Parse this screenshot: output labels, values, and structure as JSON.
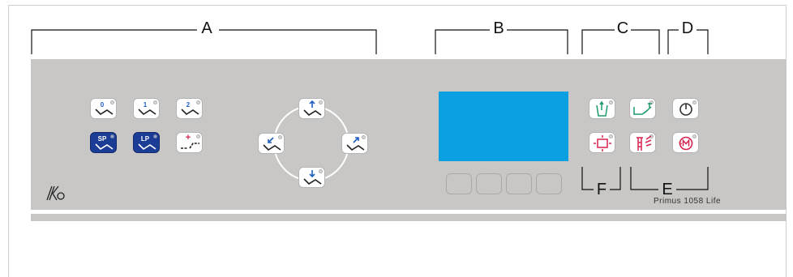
{
  "labels": {
    "a": "A",
    "b": "B",
    "c": "C",
    "d": "D",
    "e": "E",
    "f": "F"
  },
  "model_name": "Primus 1058 Life",
  "buttons": {
    "pos0": "0",
    "pos1": "1",
    "pos2": "2",
    "sp": "SP",
    "lp": "LP",
    "plus": "+"
  },
  "colors": {
    "panel": "#c8c7c6",
    "display": "#0a9fe0",
    "blue_button": "#1c3d95",
    "green_icon": "#1f9a6a",
    "red_icon": "#d8234f",
    "arrow_blue": "#1e5fc2"
  },
  "icons": {
    "logo": "kavo-logo-icon",
    "green_row": [
      "cup-fill-icon",
      "chair-rinse-icon",
      "timer-icon"
    ],
    "red_row": [
      "operating-light-icon",
      "spittoon-rinse-icon",
      "memory-m-icon"
    ]
  }
}
